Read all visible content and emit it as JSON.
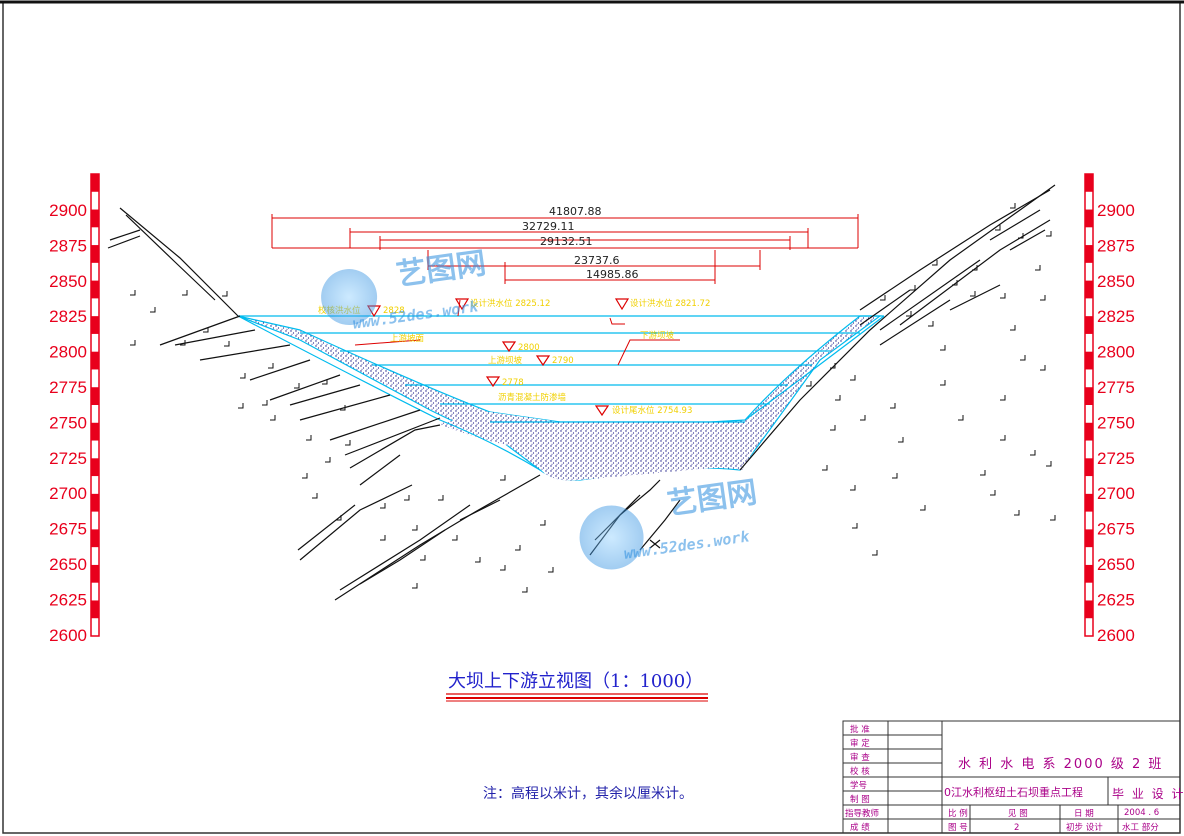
{
  "elevation_scale": {
    "labels": [
      "2900",
      "2875",
      "2850",
      "2825",
      "2800",
      "2775",
      "2750",
      "2725",
      "2700",
      "2675",
      "2650",
      "2625",
      "2600"
    ]
  },
  "dimensions": [
    {
      "label": "41807.88"
    },
    {
      "label": "32729.11"
    },
    {
      "label": "29132.51"
    },
    {
      "label": "23737.6"
    },
    {
      "label": "14985.86"
    }
  ],
  "annotations": {
    "top_elev": "2828",
    "upstream_level": "设计洪水位 2825.12",
    "design_level": "设计洪水位  2821.72",
    "downstream_crest": "下游坝坡",
    "upstream_slope": "上游坝坡",
    "upstream_face": "上游坡面",
    "elev_2800": "2800",
    "elev_2790": "2790",
    "elev_2778": "2778",
    "asphalt": "沥青混凝土防渗墙",
    "tail_level": "设计尾水位   2754.93",
    "left_faint": "校核洪水位"
  },
  "title": "大坝上下游立视图（1：1000）",
  "note": "注：高程以米计，其余以厘米计。",
  "title_block": {
    "roles": [
      "批 准",
      "审 定",
      "审 查",
      "校 核",
      "学号",
      "制 图",
      "指导教师",
      "成 绩"
    ],
    "department": "水 利 水 电 系  2000 级 2 班",
    "project": "0江水利枢纽土石坝重点工程",
    "graduation": "毕 业 设 计",
    "scale_label": "比  例",
    "scale_value": "见 图",
    "drawing_no_label": "图  号",
    "drawing_no_value": "2",
    "date_label": "日  期",
    "date_value": "2004 . 6",
    "stage": "初步 设计",
    "section": "水工 部分"
  },
  "watermark": {
    "cn": "艺图网",
    "en": "www.52des.work"
  },
  "colors": {
    "scale_red": "#e8001c",
    "water_cyan": "#00bbee",
    "dim_red": "#dd0000",
    "annotation_yellow": "#f0d000",
    "title_blue": "#2222cc",
    "titleblock_magenta": "#aa0088",
    "core_fill": "#1a1a88"
  }
}
